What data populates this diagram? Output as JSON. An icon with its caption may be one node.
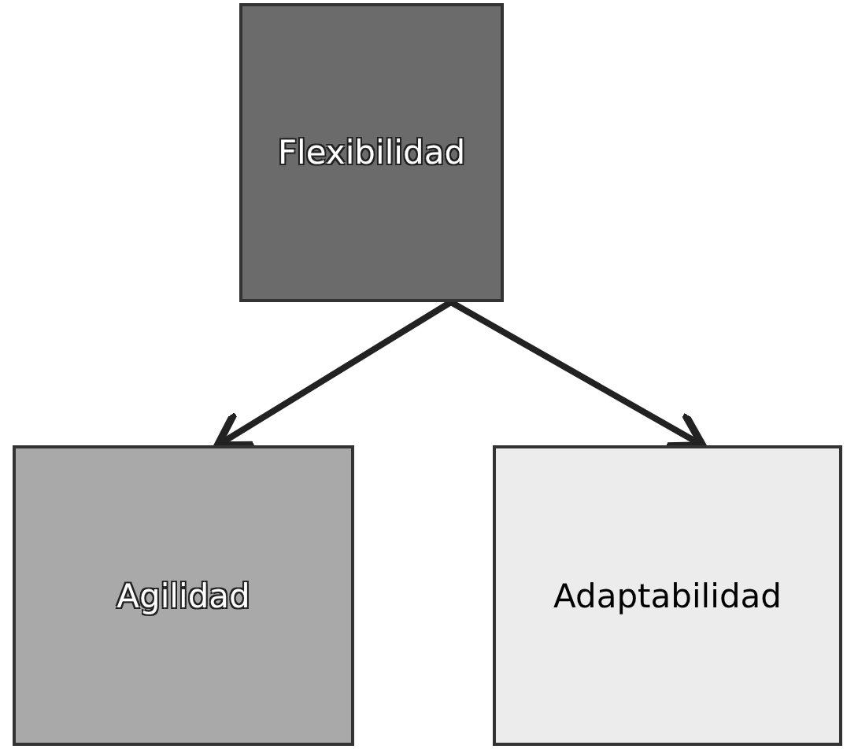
{
  "diagram": {
    "nodes": [
      {
        "text": [
          "Flexibilidad"
        ]
      },
      {
        "text": [
          "Agilidad"
        ]
      },
      {
        "text": [
          "Adaptabilidad"
        ]
      }
    ],
    "edges": [
      {
        "from": 0,
        "to": 1,
        "arrow": "to"
      },
      {
        "from": 0,
        "to": 2,
        "arrow": "to"
      }
    ]
  }
}
